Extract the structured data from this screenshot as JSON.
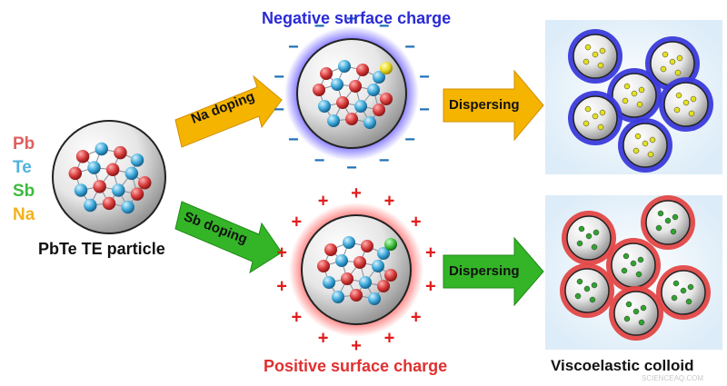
{
  "legend": [
    {
      "label": "Pb",
      "color": "#e06060"
    },
    {
      "label": "Te",
      "color": "#4fb3dc"
    },
    {
      "label": "Sb",
      "color": "#3dbb3d"
    },
    {
      "label": "Na",
      "color": "#f2b21c"
    }
  ],
  "particle_label": "PbTe TE particle",
  "top": {
    "title": "Negative surface charge",
    "title_color": "#2a2ad6",
    "doping_label": "Na doping",
    "arrow_color": "#f4b400",
    "dispersing_label": "Dispersing",
    "charge_sign": "−",
    "charge_color": "#1f6fb5",
    "ring_color": "#3b3bdc",
    "dopant_color": "#e4e020"
  },
  "bottom": {
    "title": "Positive surface charge",
    "title_color": "#e03030",
    "doping_label": "Sb doping",
    "arrow_color": "#34b527",
    "dispersing_label": "Dispersing",
    "charge_sign": "+",
    "charge_color": "#e11d1d",
    "ring_color": "#e34747",
    "dopant_color": "#2fa32f"
  },
  "colloid_label": "Viscoelastic colloid",
  "watermark": "SCIENCEAQ.COM"
}
